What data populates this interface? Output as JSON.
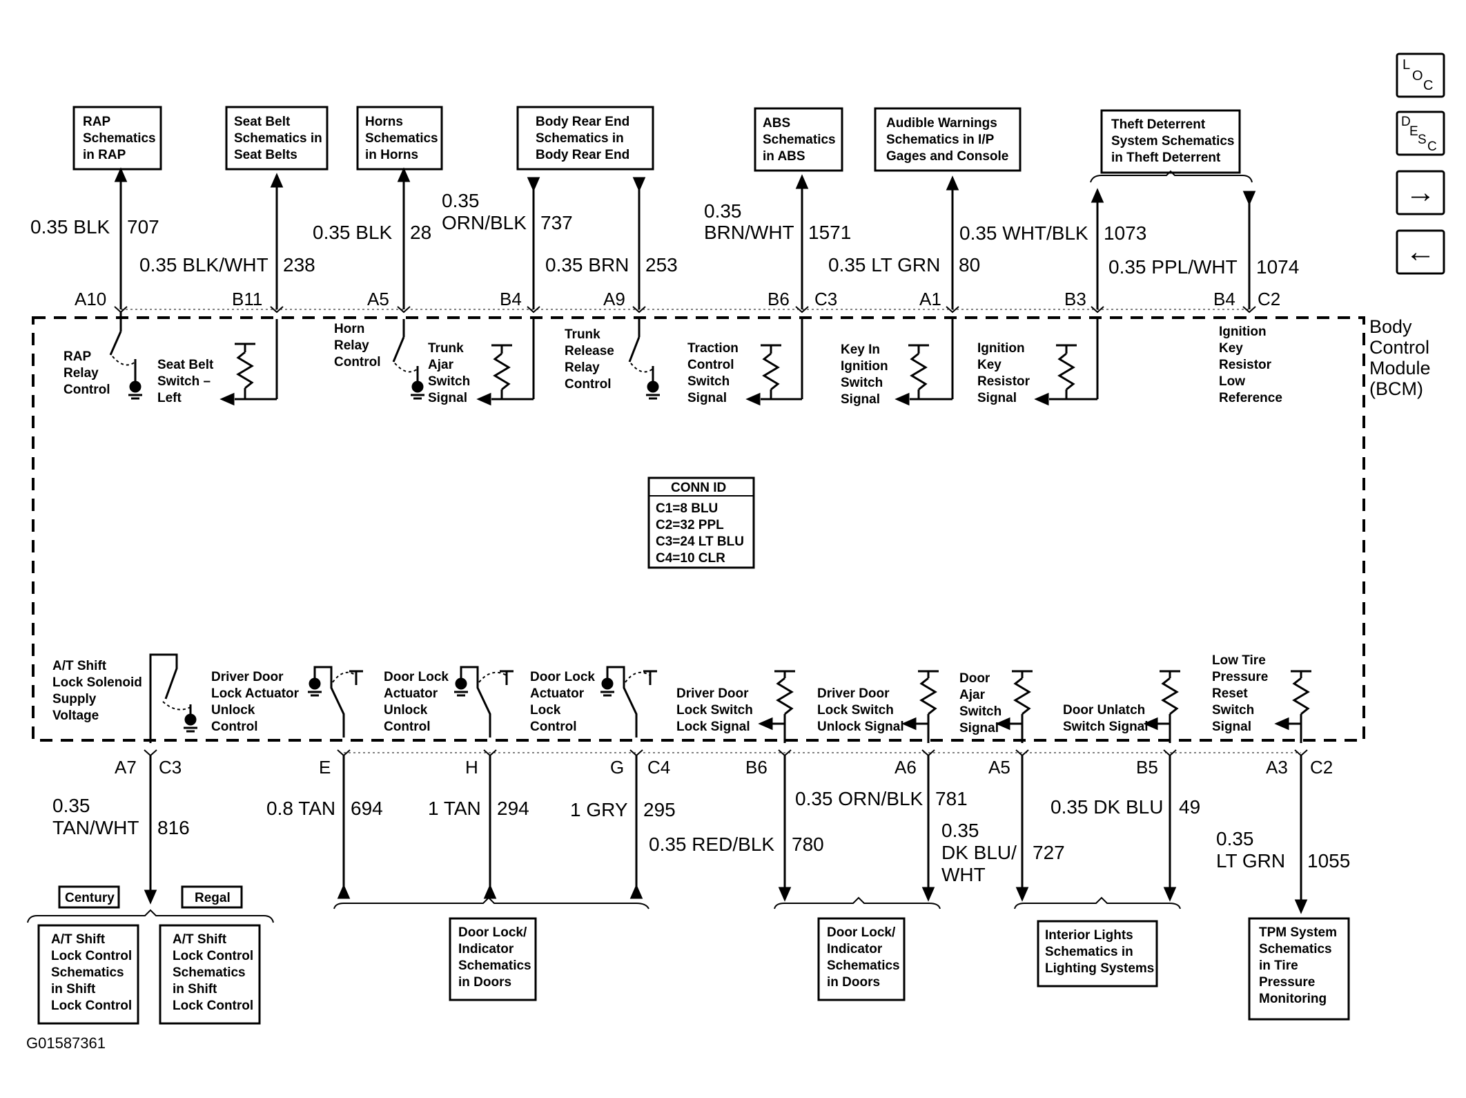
{
  "figure_id": "G01587361",
  "module": {
    "lines": [
      "Body",
      "Control",
      "Module",
      "(BCM)"
    ]
  },
  "conn_id": {
    "title": "CONN ID",
    "lines": [
      "C1=8 BLU",
      "C2=32 PPL",
      "C3=24 LT BLU",
      "C4=10 CLR"
    ]
  },
  "nav": {
    "loc": [
      "L",
      "O",
      "C"
    ],
    "desc": [
      "D",
      "E",
      "S",
      "C"
    ],
    "next": "→",
    "prev": "←"
  },
  "top_boxes": [
    [
      "RAP",
      "Schematics",
      "in RAP"
    ],
    [
      "Seat Belt",
      "Schematics in",
      "Seat Belts"
    ],
    [
      "Horns",
      "Schematics",
      "in Horns"
    ],
    [
      "Body Rear End",
      "Schematics in",
      "Body Rear End"
    ],
    [
      "ABS",
      "Schematics",
      "in ABS"
    ],
    [
      "Audible Warnings",
      "Schematics in I/P",
      "Gages and Console"
    ],
    [
      "Theft Deterrent",
      "System Schematics",
      "in Theft Deterrent"
    ]
  ],
  "top_wires": [
    {
      "wire": "0.35 BLK",
      "circuit": "707",
      "pin": "A10"
    },
    {
      "wire": "0.35 BLK/WHT",
      "circuit": "238",
      "pin": "B11"
    },
    {
      "wire": "0.35 BLK",
      "circuit": "28",
      "pin": "A5"
    },
    {
      "wire": [
        "0.35",
        "ORN/BLK"
      ],
      "circuit": "737",
      "pin": "B4"
    },
    {
      "wire": "0.35 BRN",
      "circuit": "253",
      "pin": "A9"
    },
    {
      "wire": [
        "0.35",
        "BRN/WHT"
      ],
      "circuit": "1571",
      "pin": "B6"
    },
    {
      "wire": "0.35 LT GRN",
      "circuit": "80",
      "pin": "A1"
    },
    {
      "wire": "0.35 WHT/BLK",
      "circuit": "1073",
      "pin": "B3"
    },
    {
      "wire": "0.35 PPL/WHT",
      "circuit": "1074",
      "pin": "B4"
    }
  ],
  "top_connectors": [
    "C3",
    "C2"
  ],
  "top_components": [
    [
      "RAP",
      "Relay",
      "Control"
    ],
    [
      "Seat Belt",
      "Switch –",
      "Left"
    ],
    [
      "Horn",
      "Relay",
      "Control"
    ],
    [
      "Trunk",
      "Ajar",
      "Switch",
      "Signal"
    ],
    [
      "Trunk",
      "Release",
      "Relay",
      "Control"
    ],
    [
      "Traction",
      "Control",
      "Switch",
      "Signal"
    ],
    [
      "Key In",
      "Ignition",
      "Switch",
      "Signal"
    ],
    [
      "Ignition",
      "Key",
      "Resistor",
      "Signal"
    ],
    [
      "Ignition",
      "Key",
      "Resistor",
      "Low",
      "Reference"
    ]
  ],
  "bottom_components": [
    [
      "A/T Shift",
      "Lock Solenoid",
      "Supply",
      "Voltage"
    ],
    [
      "Driver Door",
      "Lock Actuator",
      "Unlock",
      "Control"
    ],
    [
      "Door Lock",
      "Actuator",
      "Unlock",
      "Control"
    ],
    [
      "Door Lock",
      "Actuator",
      "Lock",
      "Control"
    ],
    [
      "Driver Door",
      "Lock Switch",
      "Lock Signal"
    ],
    [
      "Driver Door",
      "Lock Switch",
      "Unlock Signal"
    ],
    [
      "Door",
      "Ajar",
      "Switch",
      "Signal"
    ],
    [
      "Door Unlatch",
      "Switch Signal"
    ],
    [
      "Low Tire",
      "Pressure",
      "Reset",
      "Switch",
      "Signal"
    ]
  ],
  "bottom_wires": [
    {
      "wire": [
        "0.35",
        "TAN/WHT"
      ],
      "circuit": "816",
      "pin": "A7"
    },
    {
      "wire": "0.8 TAN",
      "circuit": "694",
      "pin": "E"
    },
    {
      "wire": "1 TAN",
      "circuit": "294",
      "pin": "H"
    },
    {
      "wire": "1 GRY",
      "circuit": "295",
      "pin": "G"
    },
    {
      "wire": "0.35 RED/BLK",
      "circuit": "780",
      "pin": "B6"
    },
    {
      "wire": "0.35 ORN/BLK",
      "circuit": "781",
      "pin": "A6"
    },
    {
      "wire": [
        "0.35",
        "DK BLU/",
        "WHT"
      ],
      "circuit": "727",
      "pin": "A5"
    },
    {
      "wire": "0.35 DK BLU",
      "circuit": "49",
      "pin": "B5"
    },
    {
      "wire": [
        "0.35",
        "LT GRN"
      ],
      "circuit": "1055",
      "pin": "A3"
    }
  ],
  "bottom_connectors": [
    "C3",
    "C4",
    "C2"
  ],
  "variants": [
    "Century",
    "Regal"
  ],
  "bottom_boxes": [
    [
      "A/T Shift",
      "Lock Control",
      "Schematics",
      "in Shift",
      "Lock Control"
    ],
    [
      "A/T Shift",
      "Lock Control",
      "Schematics",
      "in Shift",
      "Lock Control"
    ],
    [
      "Door Lock/",
      "Indicator",
      "Schematics",
      "in Doors"
    ],
    [
      "Door Lock/",
      "Indicator",
      "Schematics",
      "in Doors"
    ],
    [
      "Interior Lights",
      "Schematics in",
      "Lighting Systems"
    ],
    [
      "TPM System",
      "Schematics",
      "in Tire",
      "Pressure",
      "Monitoring"
    ]
  ]
}
